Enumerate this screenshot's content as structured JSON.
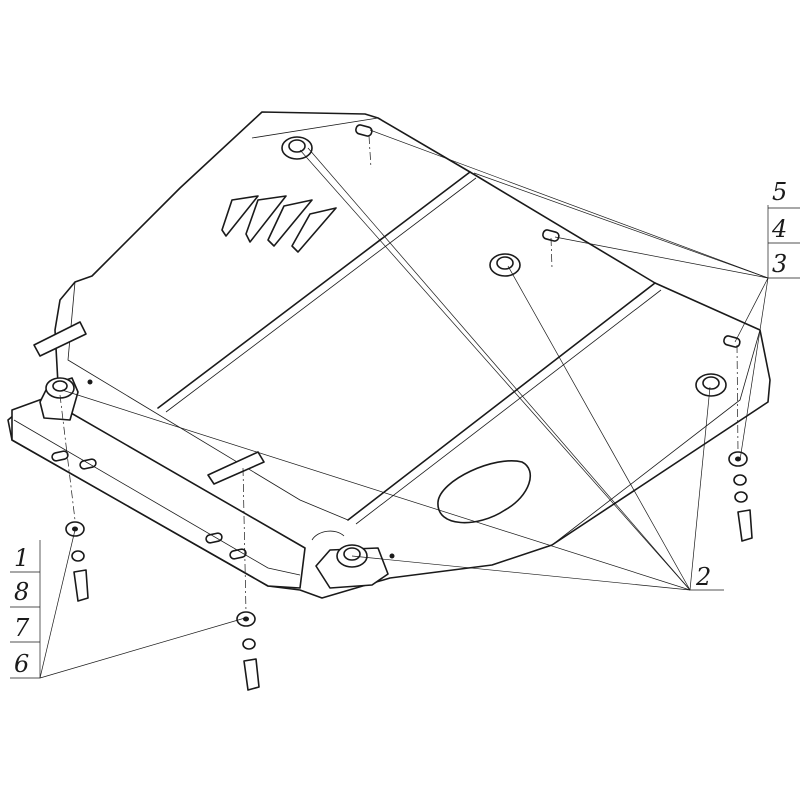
{
  "callouts": {
    "right_top": [
      "5",
      "4",
      "3"
    ],
    "bottom_right": "2",
    "left_bottom": [
      "1",
      "8",
      "7",
      "6"
    ]
  },
  "colors": {
    "line": "#1a1a1a",
    "background": "#ffffff"
  }
}
